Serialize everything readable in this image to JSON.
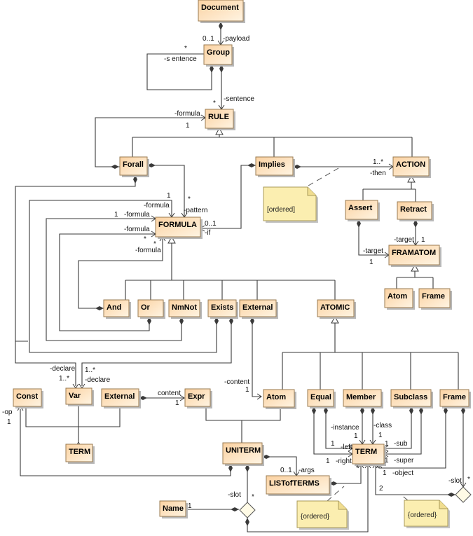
{
  "title": "RIF PRD UML class diagram",
  "classes": {
    "document": "Document",
    "group": "Group",
    "rule": "RULE",
    "forall": "Forall",
    "implies": "Implies",
    "action": "ACTION",
    "assert": "Assert",
    "retract": "Retract",
    "framatom": "FRAMATOM",
    "atom_fa": "Atom",
    "frame_fa": "Frame",
    "formula": "FORMULA",
    "and": "And",
    "or": "Or",
    "nmnot": "NmNot",
    "exists": "Exists",
    "external_f": "External",
    "atomic": "ATOMIC",
    "const": "Const",
    "var": "Var",
    "external_t": "External",
    "expr": "Expr",
    "atom": "Atom",
    "equal": "Equal",
    "member": "Member",
    "subclass": "Subclass",
    "frame": "Frame",
    "term_left": "TERM",
    "uniterm": "UNITERM",
    "term": "TERM",
    "listofterms": "LISTofTERMS",
    "name": "Name"
  },
  "notes": {
    "implies_then": "[ordered]",
    "listofterms": "{ordered}",
    "frame_slot": "{ordered}"
  },
  "labels": {
    "payload_mult": "0..1",
    "payload_role": "-payload",
    "group_sentence_mult": "*",
    "group_sentence_role": "-s entence",
    "rule_sentence_mult": "*",
    "rule_sentence_role": "-sentence",
    "forall_formula_role": "-formula",
    "forall_formula_mult": "1",
    "then_mult": "1..*",
    "then_role": "-then",
    "f1_mult": "1",
    "f1_role": "-formula",
    "pattern_mult": "*",
    "pattern_role": "-pattern",
    "f2_mult": "1",
    "f2_role": "-formula",
    "f3_role": "-formula",
    "f3_mult": "*",
    "f4_mult": "*",
    "f4_role": "-formula",
    "if_mult": "0..1",
    "if_role": "-if",
    "retract_target_role": "-target",
    "retract_target_mult": "1",
    "assert_target_role": "-target",
    "assert_target_mult": "1",
    "declare1_role": "-declare",
    "declare1_mult": "1..*",
    "declare2_mult": "1..*",
    "declare2_role": "-declare",
    "content_role": "content",
    "content_mult": "1",
    "atom_content_role": "-content",
    "atom_content_mult": "1",
    "op_role": "-op",
    "op_mult": "1",
    "instance_role": "-instance",
    "instance_mult": "1",
    "class_role": "-class",
    "class_mult": "1",
    "left_mult": "1",
    "left_role": "-left",
    "right_mult": "1",
    "right_role": "-right",
    "sub_mult": "1",
    "sub_role": "-sub",
    "super_mult": "1",
    "super_role": "-super",
    "object_mult": "1",
    "object_role": "-object",
    "args_mult": "0..1",
    "args_role": "-args",
    "list_term_mult": "*",
    "slot2_mult": "2",
    "frame_slot_role": "-slot",
    "frame_slot_mult": "*",
    "uniterm_slot_role": "-slot",
    "uniterm_slot_mult": "*",
    "name_mult": "1"
  }
}
